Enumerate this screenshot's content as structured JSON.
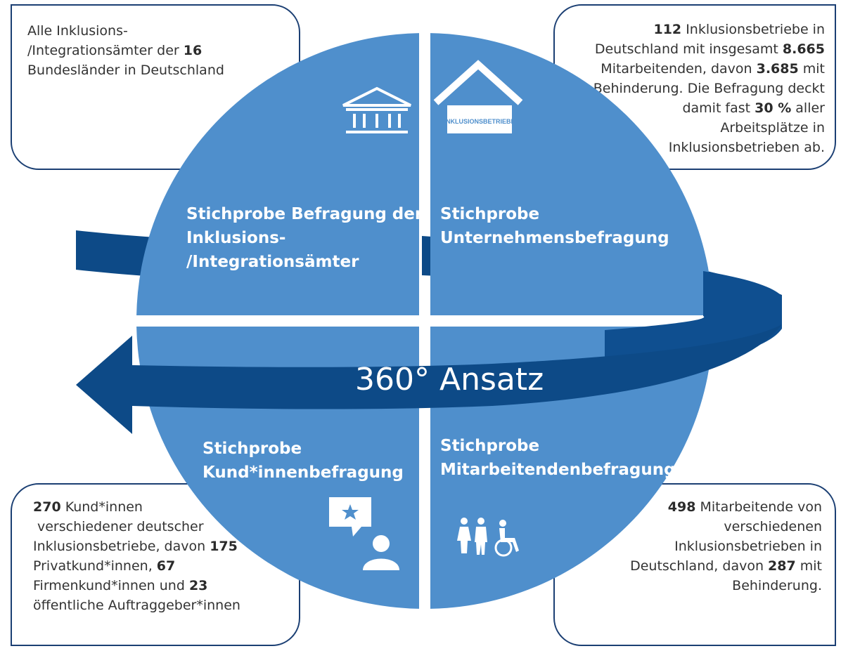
{
  "colors": {
    "quadrant_fill": "#4f8fcc",
    "arrow_dark": "#0d4a87",
    "arrow_light": "#15589c",
    "box_border": "#1b3f73",
    "text": "#333333"
  },
  "center_label": "360° Ansatz",
  "quadrants": {
    "top_left": {
      "lines": [
        "Stichprobe Befragung der",
        "Inklusions-",
        "/Integrationsämter"
      ],
      "icon": "courthouse-icon"
    },
    "top_right": {
      "lines": [
        "Stichprobe",
        "Unternehmensbefragung"
      ],
      "icon": "house-icon",
      "icon_label": "INKLUSIONSBETRIEBE"
    },
    "bottom_left": {
      "lines": [
        "Stichprobe",
        "Kund*innenbefragung"
      ],
      "icon": "customer-feedback-icon"
    },
    "bottom_right": {
      "lines": [
        "Stichprobe",
        "Mitarbeitendenbefragung"
      ],
      "icon": "people-wheelchair-icon"
    }
  },
  "boxes": {
    "top_left": {
      "l1": "Alle Inklusions-",
      "l2a": "/Integrationsämter der ",
      "l2b": "16",
      "l3": "Bundesländer in Deutschland"
    },
    "top_right": {
      "l1a": "112",
      "l1b": " Inklusionsbetriebe in",
      "l2a": "Deutschland mit insgesamt ",
      "l2b": "8.665",
      "l3a": "Mitarbeitenden, davon ",
      "l3b": "3.685",
      "l3c": " mit",
      "l4": "Behinderung. Die Befragung deckt",
      "l5a": "damit fast ",
      "l5b": "30 %",
      "l5c": " aller",
      "l6": "Arbeitsplätze in",
      "l7": "Inklusionsbetrieben ab."
    },
    "bottom_left": {
      "l1a": "270",
      "l1b": " Kund*innen",
      "l2": "verschiedener deutscher",
      "l3a": "Inklusionsbetriebe, davon ",
      "l3b": "175",
      "l4a": "Privatkund*innen, ",
      "l4b": "67",
      "l5a": "Firmenkund*innen und ",
      "l5b": "23",
      "l6": "öffentliche Auftraggeber*innen"
    },
    "bottom_right": {
      "l1a": "498",
      "l1b": " Mitarbeitende von",
      "l2": "verschiedenen",
      "l3": "Inklusionsbetrieben in",
      "l4a": "Deutschland, davon ",
      "l4b": "287",
      "l4c": " mit",
      "l5": "Behinderung."
    }
  }
}
